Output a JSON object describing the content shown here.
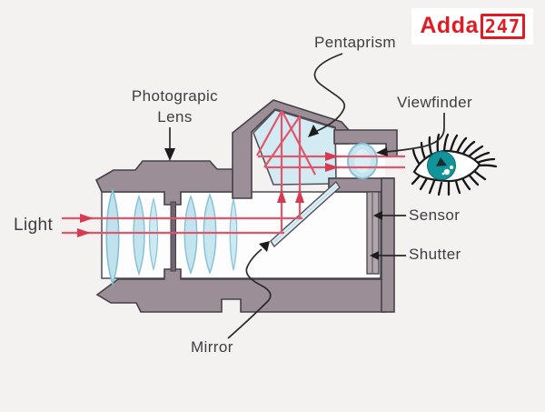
{
  "title": "DSLR camera cross-section diagram",
  "logo": {
    "brand": "Adda",
    "number": "247"
  },
  "labels": {
    "pentaprism": "Pentaprism",
    "viewfinder": "Viewfinder",
    "photographic_lens_line1": "Photograpic",
    "photographic_lens_line2": "Lens",
    "light": "Light",
    "sensor": "Sensor",
    "shutter": "Shutter",
    "mirror": "Mirror"
  },
  "colors": {
    "background": "#f3f2f0",
    "camera_body": "#9b8e96",
    "body_outline": "#45404a",
    "lens_glass": "#c2e4ee",
    "lens_glass_edge": "#83c0d4",
    "prism_glass": "#d2ebf3",
    "light_ray": "#e0566a",
    "ray_arrow": "#d73b52",
    "label_text": "#3e3d3f",
    "logo_red": "#e01b24",
    "iris_teal": "#12949b"
  }
}
